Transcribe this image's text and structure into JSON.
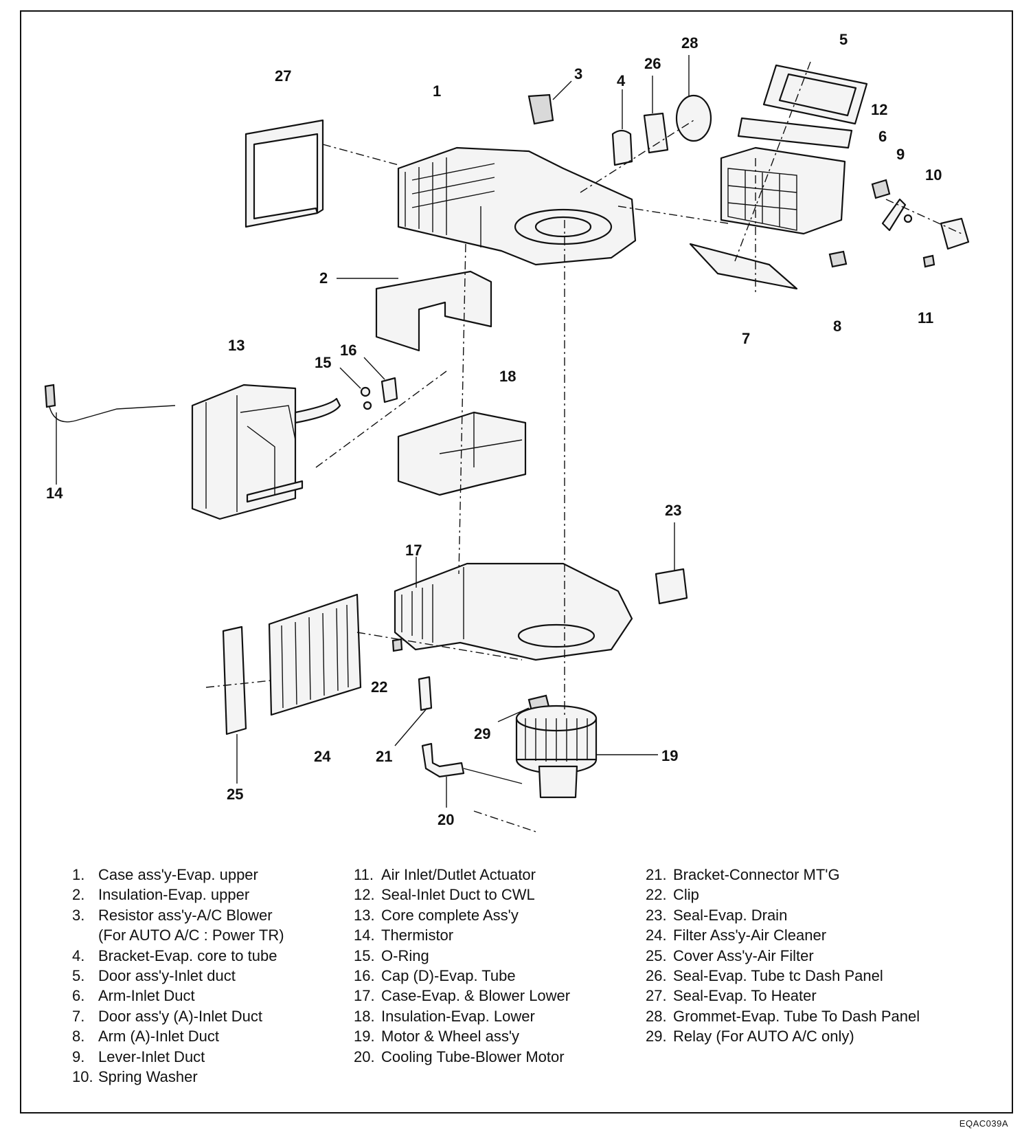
{
  "diagram": {
    "callouts": [
      "1",
      "2",
      "3",
      "4",
      "5",
      "6",
      "7",
      "8",
      "9",
      "10",
      "11",
      "12",
      "13",
      "14",
      "15",
      "16",
      "17",
      "18",
      "19",
      "20",
      "21",
      "22",
      "23",
      "24",
      "25",
      "26",
      "27",
      "28",
      "29"
    ]
  },
  "legend": {
    "col1": [
      {
        "n": "1.",
        "t": "Case ass'y-Evap. upper"
      },
      {
        "n": "2.",
        "t": "Insulation-Evap. upper"
      },
      {
        "n": "3.",
        "t": "Resistor ass'y-A/C Blower"
      },
      {
        "n": "",
        "t": "(For AUTO A/C : Power TR)"
      },
      {
        "n": "4.",
        "t": "Bracket-Evap. core to tube"
      },
      {
        "n": "5.",
        "t": "Door ass'y-Inlet duct"
      },
      {
        "n": "6.",
        "t": "Arm-Inlet Duct"
      },
      {
        "n": "7.",
        "t": "Door ass'y (A)-Inlet Duct"
      },
      {
        "n": "8.",
        "t": "Arm (A)-Inlet Duct"
      },
      {
        "n": "9.",
        "t": "Lever-Inlet Duct"
      },
      {
        "n": "10.",
        "t": "Spring Washer"
      }
    ],
    "col2": [
      {
        "n": "11.",
        "t": "Air Inlet/Dutlet Actuator"
      },
      {
        "n": "12.",
        "t": "Seal-Inlet Duct to CWL"
      },
      {
        "n": "13.",
        "t": "Core complete Ass'y"
      },
      {
        "n": "14.",
        "t": "Thermistor"
      },
      {
        "n": "15.",
        "t": "O-Ring"
      },
      {
        "n": "16.",
        "t": "Cap (D)-Evap. Tube"
      },
      {
        "n": "17.",
        "t": "Case-Evap. & Blower Lower"
      },
      {
        "n": "18.",
        "t": "Insulation-Evap. Lower"
      },
      {
        "n": "19.",
        "t": "Motor & Wheel ass'y"
      },
      {
        "n": "20.",
        "t": "Cooling Tube-Blower Motor"
      }
    ],
    "col3": [
      {
        "n": "21.",
        "t": "Bracket-Connector MT'G"
      },
      {
        "n": "22.",
        "t": "Clip"
      },
      {
        "n": "23.",
        "t": "Seal-Evap. Drain"
      },
      {
        "n": "24.",
        "t": "Filter Ass'y-Air Cleaner"
      },
      {
        "n": "25.",
        "t": "Cover Ass'y-Air Filter"
      },
      {
        "n": "26.",
        "t": "Seal-Evap. Tube tc Dash Panel"
      },
      {
        "n": "27.",
        "t": "Seal-Evap. To Heater"
      },
      {
        "n": "28.",
        "t": "Grommet-Evap. Tube To Dash Panel"
      },
      {
        "n": "29.",
        "t": "Relay (For AUTO A/C only)"
      }
    ]
  },
  "figure_code": "EQAC039A"
}
